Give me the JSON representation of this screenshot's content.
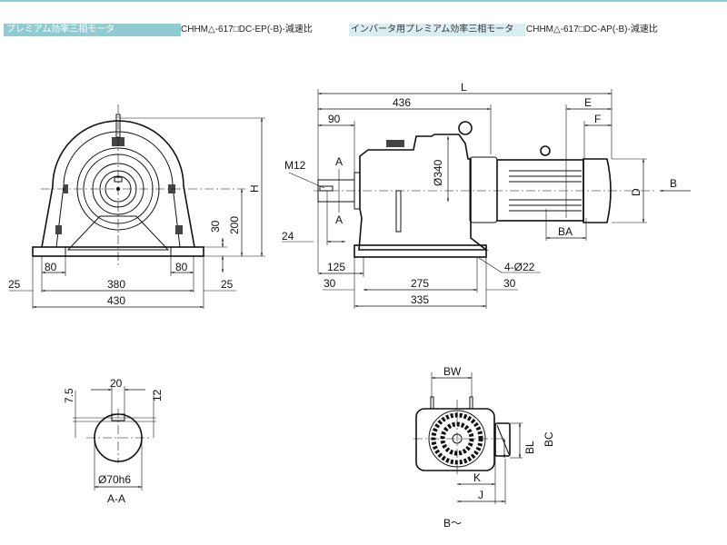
{
  "header": {
    "series1_tag": "プレミアム効率三相モータ",
    "series1_model": "CHHM△-617□DC-EP(-B)-減速比",
    "series2_tag": "インバータ用プレミアム効率三相モータ",
    "series2_model": "CHHM△-617□DC-AP(-B)-減速比"
  },
  "front_view": {
    "dims": {
      "H": "H",
      "h200": "200",
      "h30": "30",
      "w80a": "80",
      "w80b": "80",
      "w380": "380",
      "w430": "430",
      "w25a": "25",
      "w25b": "25"
    }
  },
  "side_view": {
    "dims": {
      "L": "L",
      "d436": "436",
      "d90": "90",
      "E": "E",
      "F": "F",
      "M12": "M12",
      "A1": "A",
      "A2": "A",
      "d24": "24",
      "dia340": "Ø340",
      "D": "D",
      "B": "B",
      "BA": "BA",
      "d125": "125",
      "d30a": "30",
      "d275": "275",
      "d30b": "30",
      "d335": "335",
      "holes": "4-Ø22"
    }
  },
  "section_aa": {
    "dims": {
      "key_w": "20",
      "d7_5": "7.5",
      "d12": "12",
      "shaft": "Ø70h6"
    },
    "caption": "A-A"
  },
  "view_b": {
    "dims": {
      "BW": "BW",
      "BC": "BC",
      "BL": "BL",
      "K": "K",
      "J": "J"
    },
    "caption": "B～"
  }
}
